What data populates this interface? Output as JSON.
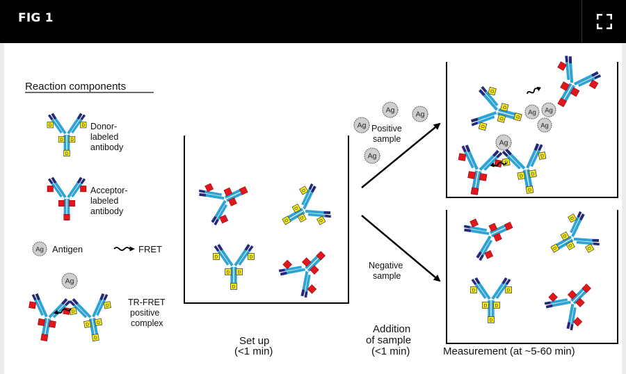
{
  "header": {
    "title": "FIG 1",
    "expand_icon": "expand-icon"
  },
  "figure": {
    "legend": {
      "heading": "Reaction components",
      "donor_label": [
        "Donor-",
        "labeled",
        "antibody"
      ],
      "acceptor_label": [
        "Acceptor-",
        "labeled",
        "antibody"
      ],
      "antigen_label": "Antigen",
      "fret_label": "FRET",
      "complex_label": [
        "TR-FRET",
        "positive",
        "complex"
      ]
    },
    "antigen_symbol": "Ag",
    "donor_symbol": "D",
    "setup_caption": [
      "Set up",
      "(<1 min)"
    ],
    "positive_label": [
      "Positive",
      "sample"
    ],
    "negative_label": [
      "Negative",
      "sample"
    ],
    "addition_caption": [
      "Addition",
      "of sample",
      "(<1 min)"
    ],
    "measurement_caption": "Measurement (at ~5-60 min)",
    "colors": {
      "antibody_light": "#2ea3d6",
      "antibody_dark": "#242a7a",
      "donor": "#f4ea1a",
      "acceptor": "#e2161b",
      "antigen": "#cfcfcf"
    }
  }
}
